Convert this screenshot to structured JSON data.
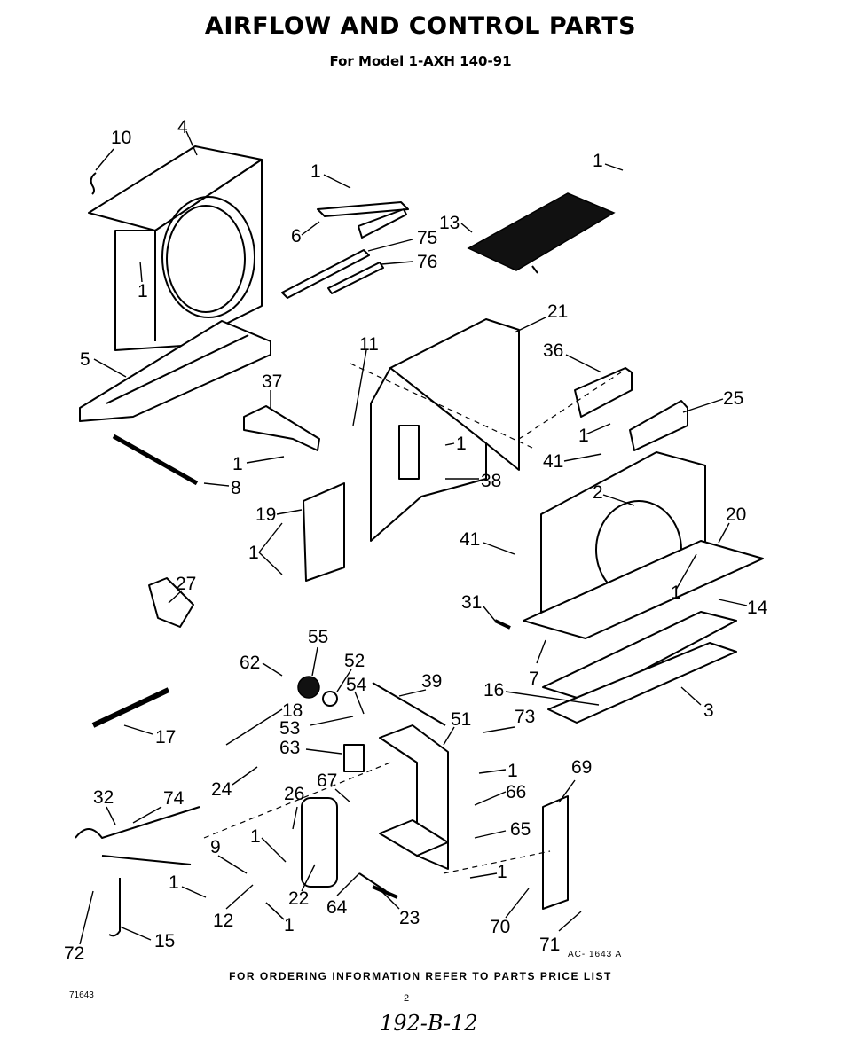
{
  "title": "AIRFLOW AND CONTROL PARTS",
  "subtitle": "For Model 1-AXH 140-91",
  "footer_note": "FOR ORDERING INFORMATION REFER TO PARTS PRICE LIST",
  "drawing_number": "AC- 1643 A",
  "catalog_number": "71643",
  "page_number": "2",
  "handwritten_note": "192-B-12",
  "callouts": [
    {
      "label": "10"
    },
    {
      "label": "4"
    },
    {
      "label": "1"
    },
    {
      "label": "1"
    },
    {
      "label": "6"
    },
    {
      "label": "75"
    },
    {
      "label": "76"
    },
    {
      "label": "1"
    },
    {
      "label": "13"
    },
    {
      "label": "21"
    },
    {
      "label": "5"
    },
    {
      "label": "11"
    },
    {
      "label": "37"
    },
    {
      "label": "36"
    },
    {
      "label": "25"
    },
    {
      "label": "1"
    },
    {
      "label": "1"
    },
    {
      "label": "41"
    },
    {
      "label": "1"
    },
    {
      "label": "38"
    },
    {
      "label": "8"
    },
    {
      "label": "2"
    },
    {
      "label": "19"
    },
    {
      "label": "20"
    },
    {
      "label": "1"
    },
    {
      "label": "41"
    },
    {
      "label": "1"
    },
    {
      "label": "14"
    },
    {
      "label": "27"
    },
    {
      "label": "31"
    },
    {
      "label": "7"
    },
    {
      "label": "55"
    },
    {
      "label": "62"
    },
    {
      "label": "52"
    },
    {
      "label": "54"
    },
    {
      "label": "39"
    },
    {
      "label": "16"
    },
    {
      "label": "18"
    },
    {
      "label": "73"
    },
    {
      "label": "3"
    },
    {
      "label": "17"
    },
    {
      "label": "53"
    },
    {
      "label": "51"
    },
    {
      "label": "63"
    },
    {
      "label": "1"
    },
    {
      "label": "69"
    },
    {
      "label": "24"
    },
    {
      "label": "67"
    },
    {
      "label": "66"
    },
    {
      "label": "32"
    },
    {
      "label": "74"
    },
    {
      "label": "26"
    },
    {
      "label": "65"
    },
    {
      "label": "1"
    },
    {
      "label": "9"
    },
    {
      "label": "1"
    },
    {
      "label": "1"
    },
    {
      "label": "12"
    },
    {
      "label": "22"
    },
    {
      "label": "64"
    },
    {
      "label": "23"
    },
    {
      "label": "70"
    },
    {
      "label": "1"
    },
    {
      "label": "72"
    },
    {
      "label": "15"
    },
    {
      "label": "71"
    }
  ]
}
